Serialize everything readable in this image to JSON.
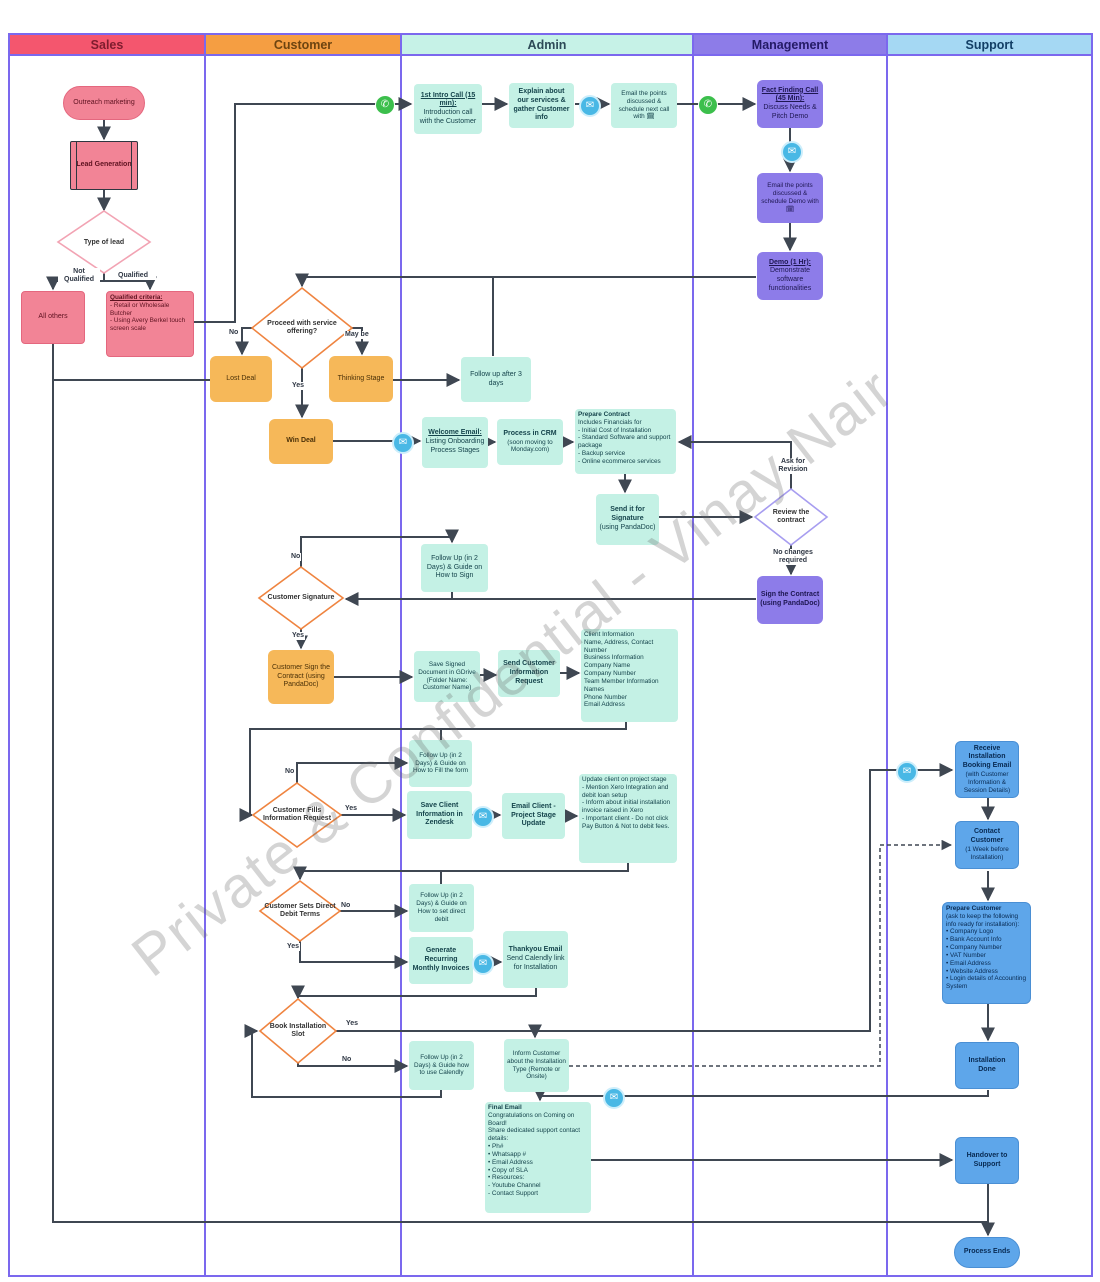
{
  "watermark": "Private & Confidential - Vinay Nair",
  "palette": {
    "lane_border": "#7b68ee",
    "sales_header": "#f4566e",
    "customer_header": "#f59e42",
    "admin_header": "#c6f2e7",
    "management_header": "#8d7ce8",
    "support_header": "#a5d8f3",
    "pink_node": "#f28496",
    "orange_node": "#f6b859",
    "teal_node": "#c4f1e5",
    "purple_node": "#8d7ce9",
    "blue_node": "#5ea6ea",
    "phone_icon": "#3cbf4c",
    "email_icon": "#49b8e5"
  },
  "lanes": [
    {
      "label": "Sales"
    },
    {
      "label": "Customer"
    },
    {
      "label": "Admin"
    },
    {
      "label": "Management"
    },
    {
      "label": "Support"
    }
  ],
  "nodes": {
    "outreach": "Outreach marketing",
    "leadgen": "Lead Generation",
    "typeoflead": "Type of lead",
    "allothers": "All others",
    "qualified_criteria": {
      "title": "Qualified criteria:",
      "body": "- Retail or Wholesale Butcher\n- Using Avery Berkel touch screen scale"
    },
    "proceed": "Proceed with service offering?",
    "lostdeal": "Lost Deal",
    "thinking": "Thinking Stage",
    "windeal": "Win Deal",
    "cust_sign_q": "Customer Signature",
    "cust_sign": "Customer Sign the Contract (using PandaDoc)",
    "fills_info": "Customer Fills Information Request",
    "direct_debit": "Customer Sets Direct Debit Terms",
    "book_slot": "Book Installation Slot",
    "intro_call": {
      "title": "1st Intro Call (15 min):",
      "body": "Introduction call with the Customer"
    },
    "explain": "Explain about our services & gather Customer info",
    "email_points_call": "Email the points discussed & schedule next call with 🗓",
    "followup3": "Follow up after 3 days",
    "welcome_email": {
      "title": "Welcome Email:",
      "body": "Listing Onboarding Process Stages"
    },
    "process_crm": {
      "title": "Process in CRM",
      "body": "(soon moving to Monday.com)"
    },
    "prepare_contract": {
      "title": "Prepare Contract",
      "body": "Includes Financials for\n- Initial Cost of Installation\n- Standard Software and support package\n- Backup service\n- Online ecommerce services"
    },
    "send_sign": {
      "title": "Send it for Signature",
      "body": "(using PandaDoc)"
    },
    "fu_sign": "Follow Up (in 2 Days) & Guide on How to Sign",
    "save_signed": "Save Signed Document in GDrive (Folder Name: Customer Name)",
    "send_info_req": "Send Customer Information Request",
    "client_info": "Client Information\nName, Address, Contact Number\nBusiness Information\nCompany Name\nCompany Number\nTeam Member Information\nNames\nPhone Number\nEmail Address",
    "fu_fill": "Follow Up (in 2 Days) & Guide on How to Fill the form",
    "save_zendesk": "Save Client Information in Zendesk",
    "email_stage": "Email Client - Project Stage Update",
    "update_client": "Update client on project stage\n- Mention Xero Integration and debit loan setup\n- Inform about initial installation invoice raised in Xero\n- Important client - Do not click Pay Button & Not to debit fees.",
    "fu_debit": "Follow Up (in 2 Days) & Guide on How to set direct debit",
    "gen_invoices": "Generate Recurring Monthly Invoices",
    "thankyou": {
      "title": "Thankyou Email",
      "body": "Send Calendly link for Installation"
    },
    "fu_calendly": "Follow Up (in 2 Days) & Guide how to use Calendly",
    "inform_type": "Inform Customer about the Installation Type (Remote or Onsite)",
    "final_email": {
      "title": "Final Email",
      "body": "Congratulations on Coming on Board!\nShare dedicated support contact details:\n• Ph#\n• Whatsapp #\n• Email Address\n• Copy of SLA\n• Resources:\n- Youtube Channel\n- Contact Support"
    },
    "fact_finding": {
      "title": "Fact Finding Call (45 Min):",
      "body": "Discuss Needs & Pitch Demo"
    },
    "email_demo": "Email the points discussed & schedule Demo with 🗓",
    "demo": {
      "title": "Demo (1 Hr):",
      "body": "Demonstrate software functionalities"
    },
    "review": "Review the contract",
    "sign_contract": "Sign the Contract (using PandaDoc)",
    "receive_booking": {
      "title": "Receive Installation Booking Email",
      "body": "(with Customer Information & Session Details)"
    },
    "contact_customer": {
      "title": "Contact Customer",
      "body": "(1 Week before Installation)"
    },
    "prepare_customer": {
      "title": "Prepare Customer",
      "body": "(ask to keep the following info ready for installation):\n• Company Logo\n• Bank Account Info\n• Company Number\n• VAT Number\n• Email Address\n• Website Address\n• Login details of Accounting System"
    },
    "install_done": "Installation Done",
    "handover": "Handover to Support",
    "process_ends": "Process Ends"
  },
  "labels": {
    "not_qualified": "Not\nQualified",
    "qualified": "Qualified",
    "no": "No",
    "yes": "Yes",
    "may_be": "May be",
    "ask_for_revision": "Ask for\nRevision",
    "no_changes_required": "No changes\nrequired"
  },
  "icons": {
    "phone": "✆",
    "email": "✉"
  }
}
